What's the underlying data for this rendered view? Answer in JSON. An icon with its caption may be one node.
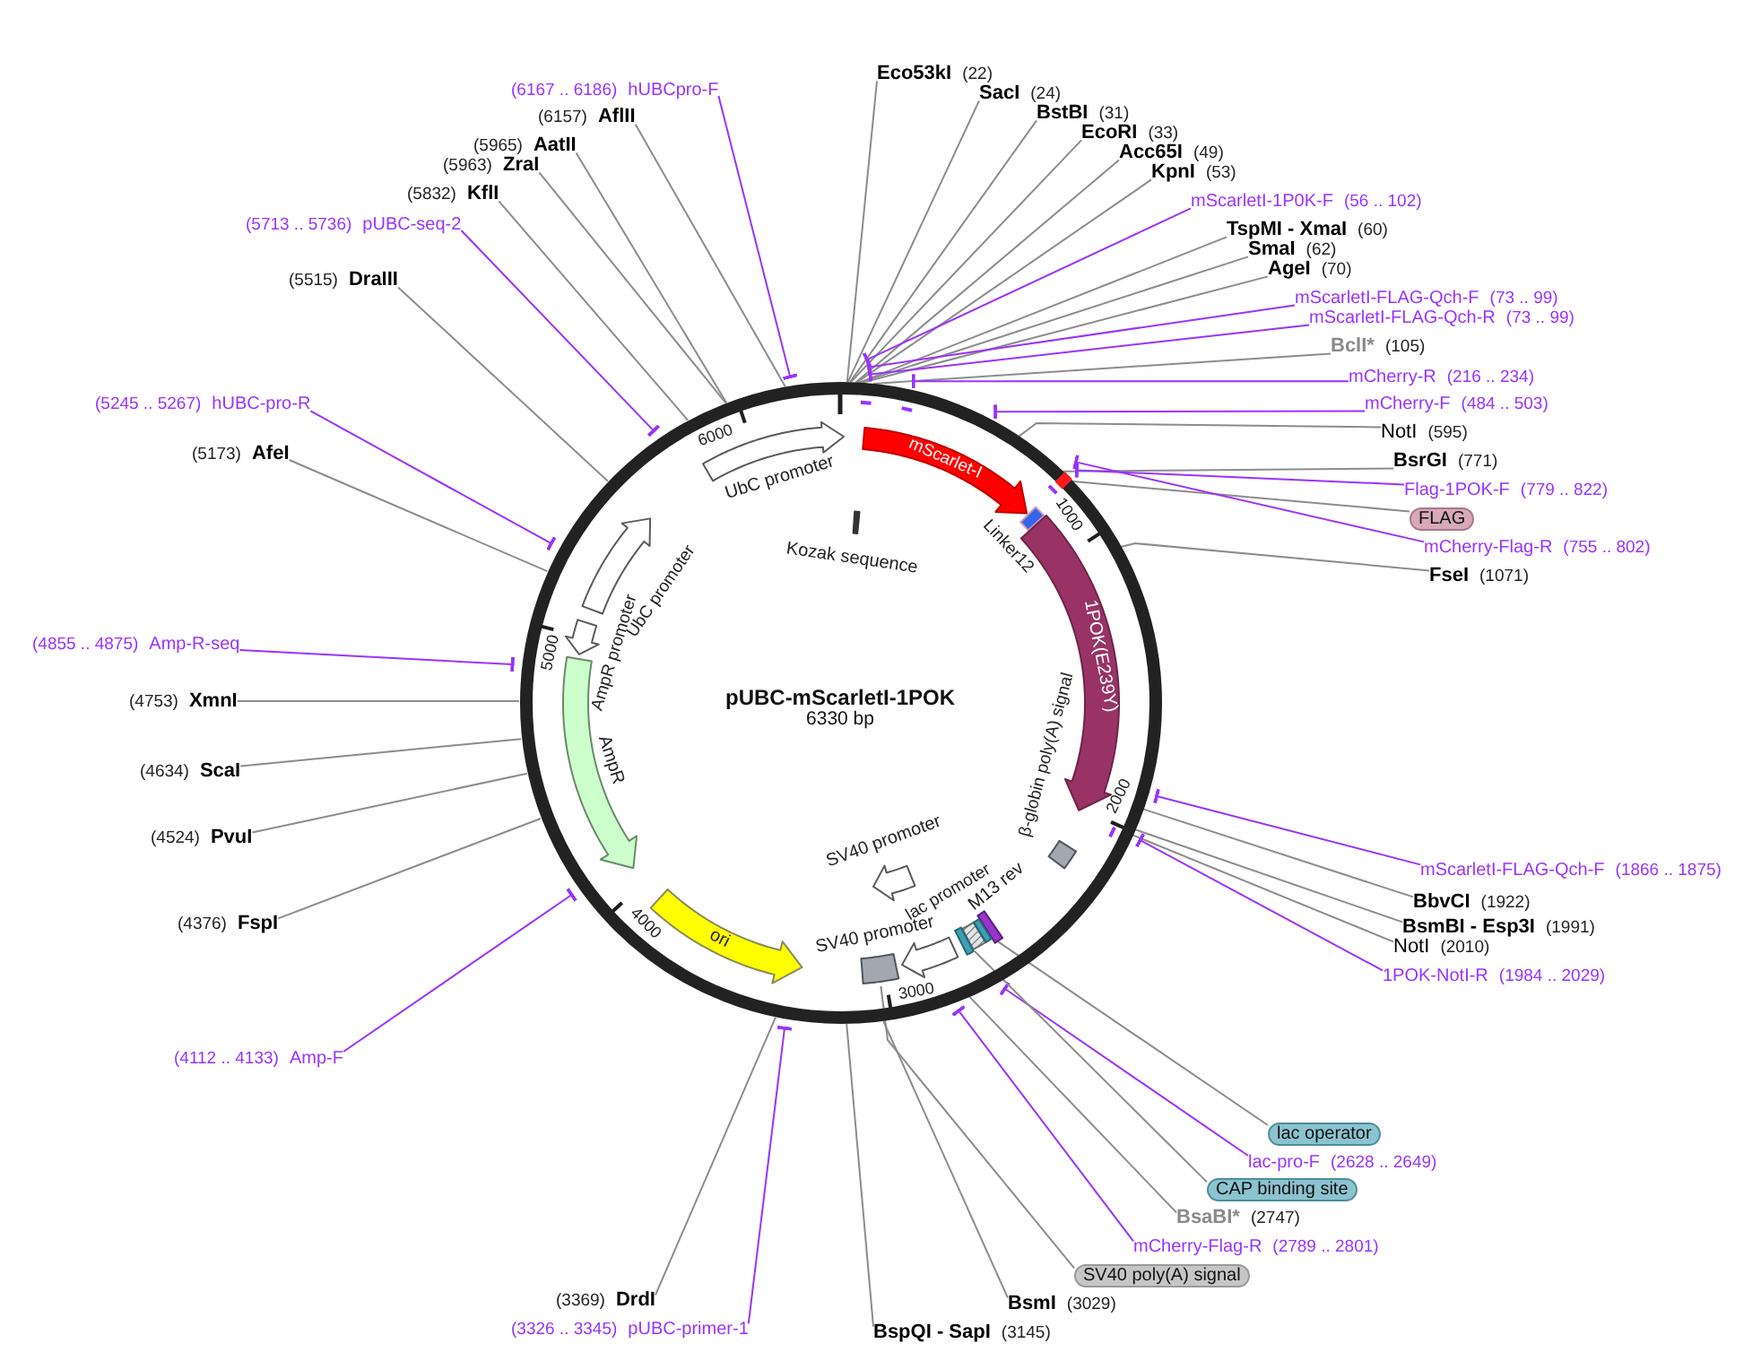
{
  "diagram": {
    "nodes": [
      {
        "text": [
          "pUBC-mScarletI-1POK",
          "6330 bp"
        ]
      },
      {
        "text": [
          "UbC promoter"
        ],
        "in": 0
      },
      {
        "text": [
          "mScarlet-I"
        ],
        "in": 0
      },
      {
        "text": [
          "Kozak sequence"
        ],
        "in": 0
      },
      {
        "text": [
          "Linker12"
        ],
        "in": 0
      },
      {
        "text": [
          "1POK(E239Y)"
        ],
        "in": 0
      },
      {
        "text": [
          "β-globin poly(A) signal"
        ],
        "in": 0
      },
      {
        "text": [
          "SV40 promoter"
        ],
        "in": 0
      },
      {
        "text": [
          "lac promoter"
        ],
        "in": 0
      },
      {
        "text": [
          "M13 rev"
        ],
        "in": 0
      },
      {
        "text": [
          "SV40 promoter"
        ],
        "in": 0
      },
      {
        "text": [],
        "shape": "box",
        "in": 0
      },
      {
        "text": [],
        "shape": "box",
        "in": 0
      },
      {
        "text": [],
        "shape": "box",
        "in": 0
      },
      {
        "text": [],
        "shape": "box",
        "in": 0
      },
      {
        "text": [
          "ori"
        ],
        "in": 0
      },
      {
        "text": [
          "AmpR"
        ],
        "in": 0
      },
      {
        "text": [
          "AmpR promoter"
        ],
        "in": 0
      },
      {
        "text": [
          "UbC promoter"
        ],
        "in": 0
      },
      {
        "text": [
          "Eco53kI",
          "(22)"
        ]
      },
      {
        "text": [
          "SacI",
          "(24)"
        ]
      },
      {
        "text": [
          "BstBI",
          "(31)"
        ]
      },
      {
        "text": [
          "EcoRI",
          "(33)"
        ]
      },
      {
        "text": [
          "Acc65I",
          "(49)"
        ]
      },
      {
        "text": [
          "KpnI",
          "(53)"
        ]
      },
      {
        "text": [
          "mScarletI-1P0K-F",
          "(56 .. 102)"
        ]
      },
      {
        "text": [
          "TspMI - XmaI",
          "(60)"
        ]
      },
      {
        "text": [
          "SmaI",
          "(62)"
        ]
      },
      {
        "text": [
          "AgeI",
          "(70)"
        ]
      },
      {
        "text": [
          "mScarletI-FLAG-Qch-F",
          "(73 .. 99)"
        ]
      },
      {
        "text": [
          "mScarletI-FLAG-Qch-R",
          "(73 .. 99)"
        ]
      },
      {
        "text": [
          "BclI*",
          "(105)"
        ]
      },
      {
        "text": [
          "mCherry-R",
          "(216 .. 234)"
        ]
      },
      {
        "text": [
          "mCherry-F",
          "(484 .. 503)"
        ]
      },
      {
        "text": [
          "NotI",
          "(595)"
        ]
      },
      {
        "text": [
          "BsrGI",
          "(771)"
        ]
      },
      {
        "text": [
          "Flag-1POK-F",
          "(779 .. 822)"
        ]
      },
      {
        "text": [
          "FLAG"
        ]
      },
      {
        "text": [
          "mCherry-Flag-R",
          "(755 .. 802)"
        ]
      },
      {
        "text": [
          "FseI",
          "(1071)"
        ]
      },
      {
        "text": [
          "mScarletI-FLAG-Qch-F",
          "(1866 .. 1875)"
        ]
      },
      {
        "text": [
          "BbvCI",
          "(1922)"
        ]
      },
      {
        "text": [
          "BsmBI - Esp3I",
          "(1991)"
        ]
      },
      {
        "text": [
          "NotI",
          "(2010)"
        ]
      },
      {
        "text": [
          "1POK-NotI-R",
          "(1984 .. 2029)"
        ]
      },
      {
        "text": [
          "lac operator"
        ]
      },
      {
        "text": [
          "lac-pro-F",
          "(2628 .. 2649)"
        ]
      },
      {
        "text": [
          "CAP binding site"
        ]
      },
      {
        "text": [
          "BsaBI*",
          "(2747)"
        ]
      },
      {
        "text": [
          "mCherry-Flag-R",
          "(2789 .. 2801)"
        ]
      },
      {
        "text": [
          "SV40 poly(A) signal"
        ]
      },
      {
        "text": [
          "BsmI",
          "(3029)"
        ]
      },
      {
        "text": [
          "BspQI - SapI",
          "(3145)"
        ]
      },
      {
        "text": [
          "(3326 .. 3345)",
          "pUBC-primer-1"
        ]
      },
      {
        "text": [
          "(3369)",
          "DrdI"
        ]
      },
      {
        "text": [
          "(4112 .. 4133)",
          "Amp-F"
        ]
      },
      {
        "text": [
          "(4376)",
          "FspI"
        ]
      },
      {
        "text": [
          "(4524)",
          "PvuI"
        ]
      },
      {
        "text": [
          "(4634)",
          "ScaI"
        ]
      },
      {
        "text": [
          "(4753)",
          "XmnI"
        ]
      },
      {
        "text": [
          "(4855 .. 4875)",
          "Amp-R-seq"
        ]
      },
      {
        "text": [
          "(5173)",
          "AfeI"
        ]
      },
      {
        "text": [
          "(5245 .. 5267)",
          "hUBC-pro-R"
        ]
      },
      {
        "text": [
          "(5515)",
          "DraIII"
        ]
      },
      {
        "text": [
          "(5713 .. 5736)",
          "pUBC-seq-2"
        ]
      },
      {
        "text": [
          "(5832)",
          "KflI"
        ]
      },
      {
        "text": [
          "(5963)",
          "ZraI"
        ]
      },
      {
        "text": [
          "(5965)",
          "AatII"
        ]
      },
      {
        "text": [
          "(6157)",
          "AflII"
        ]
      },
      {
        "text": [
          "(6167 .. 6186)",
          "hUBCpro-F"
        ]
      }
    ],
    "edges": [
      {
        "from": 19,
        "to": 0,
        "arrow": "none"
      },
      {
        "from": 20,
        "to": 0,
        "arrow": "none"
      },
      {
        "from": 21,
        "to": 0,
        "arrow": "none"
      },
      {
        "from": 22,
        "to": 0,
        "arrow": "none"
      },
      {
        "from": 23,
        "to": 0,
        "arrow": "none"
      },
      {
        "from": 24,
        "to": 0,
        "arrow": "none"
      },
      {
        "from": 25,
        "to": 0,
        "arrow": "other",
        "color": "#9933ff"
      },
      {
        "from": 26,
        "to": 0,
        "arrow": "none"
      },
      {
        "from": 27,
        "to": 0,
        "arrow": "none"
      },
      {
        "from": 28,
        "to": 0,
        "arrow": "none"
      },
      {
        "from": 29,
        "to": 0,
        "arrow": "other",
        "color": "#9933ff"
      },
      {
        "from": 30,
        "to": 0,
        "arrow": "other",
        "color": "#9933ff"
      },
      {
        "from": 31,
        "to": 0,
        "arrow": "none"
      },
      {
        "from": 32,
        "to": 0,
        "arrow": "other",
        "color": "#9933ff"
      },
      {
        "from": 33,
        "to": 0,
        "arrow": "other",
        "color": "#9933ff"
      },
      {
        "from": 34,
        "to": 0,
        "arrow": "none"
      },
      {
        "from": 35,
        "to": 0,
        "arrow": "none"
      },
      {
        "from": 36,
        "to": 0,
        "arrow": "other",
        "color": "#9933ff"
      },
      {
        "from": 37,
        "to": 14,
        "arrow": "none"
      },
      {
        "from": 38,
        "to": 0,
        "arrow": "other",
        "color": "#9933ff"
      },
      {
        "from": 39,
        "to": 0,
        "arrow": "none"
      },
      {
        "from": 40,
        "to": 0,
        "arrow": "other",
        "color": "#9933ff"
      },
      {
        "from": 41,
        "to": 0,
        "arrow": "none"
      },
      {
        "from": 42,
        "to": 0,
        "arrow": "none"
      },
      {
        "from": 43,
        "to": 0,
        "arrow": "none"
      },
      {
        "from": 44,
        "to": 0,
        "arrow": "other",
        "color": "#9933ff"
      },
      {
        "from": 45,
        "to": 13,
        "arrow": "none"
      },
      {
        "from": 46,
        "to": 0,
        "arrow": "other",
        "color": "#9933ff"
      },
      {
        "from": 47,
        "to": 12,
        "arrow": "none"
      },
      {
        "from": 48,
        "to": 0,
        "arrow": "none"
      },
      {
        "from": 49,
        "to": 0,
        "arrow": "other",
        "color": "#9933ff"
      },
      {
        "from": 50,
        "to": 11,
        "arrow": "none"
      },
      {
        "from": 51,
        "to": 0,
        "arrow": "none"
      },
      {
        "from": 52,
        "to": 0,
        "arrow": "none"
      },
      {
        "from": 53,
        "to": 0,
        "arrow": "other",
        "color": "#9933ff"
      },
      {
        "from": 54,
        "to": 0,
        "arrow": "none"
      },
      {
        "from": 55,
        "to": 0,
        "arrow": "other",
        "color": "#9933ff"
      },
      {
        "from": 56,
        "to": 0,
        "arrow": "none"
      },
      {
        "from": 57,
        "to": 0,
        "arrow": "none"
      },
      {
        "from": 58,
        "to": 0,
        "arrow": "none"
      },
      {
        "from": 59,
        "to": 0,
        "arrow": "none"
      },
      {
        "from": 60,
        "to": 0,
        "arrow": "other",
        "color": "#9933ff"
      },
      {
        "from": 61,
        "to": 0,
        "arrow": "none"
      },
      {
        "from": 62,
        "to": 0,
        "arrow": "other",
        "color": "#9933ff"
      },
      {
        "from": 63,
        "to": 0,
        "arrow": "none"
      },
      {
        "from": 64,
        "to": 0,
        "arrow": "other",
        "color": "#9933ff"
      },
      {
        "from": 65,
        "to": 0,
        "arrow": "none"
      },
      {
        "from": 66,
        "to": 0,
        "arrow": "none"
      },
      {
        "from": 67,
        "to": 0,
        "arrow": "none"
      },
      {
        "from": 68,
        "to": 0,
        "arrow": "none"
      },
      {
        "from": 69,
        "to": 0,
        "arrow": "other",
        "color": "#9933ff"
      }
    ],
    "labels": [
      "1000",
      "2000",
      "3000",
      "4000",
      "5000",
      "6000"
    ]
  }
}
